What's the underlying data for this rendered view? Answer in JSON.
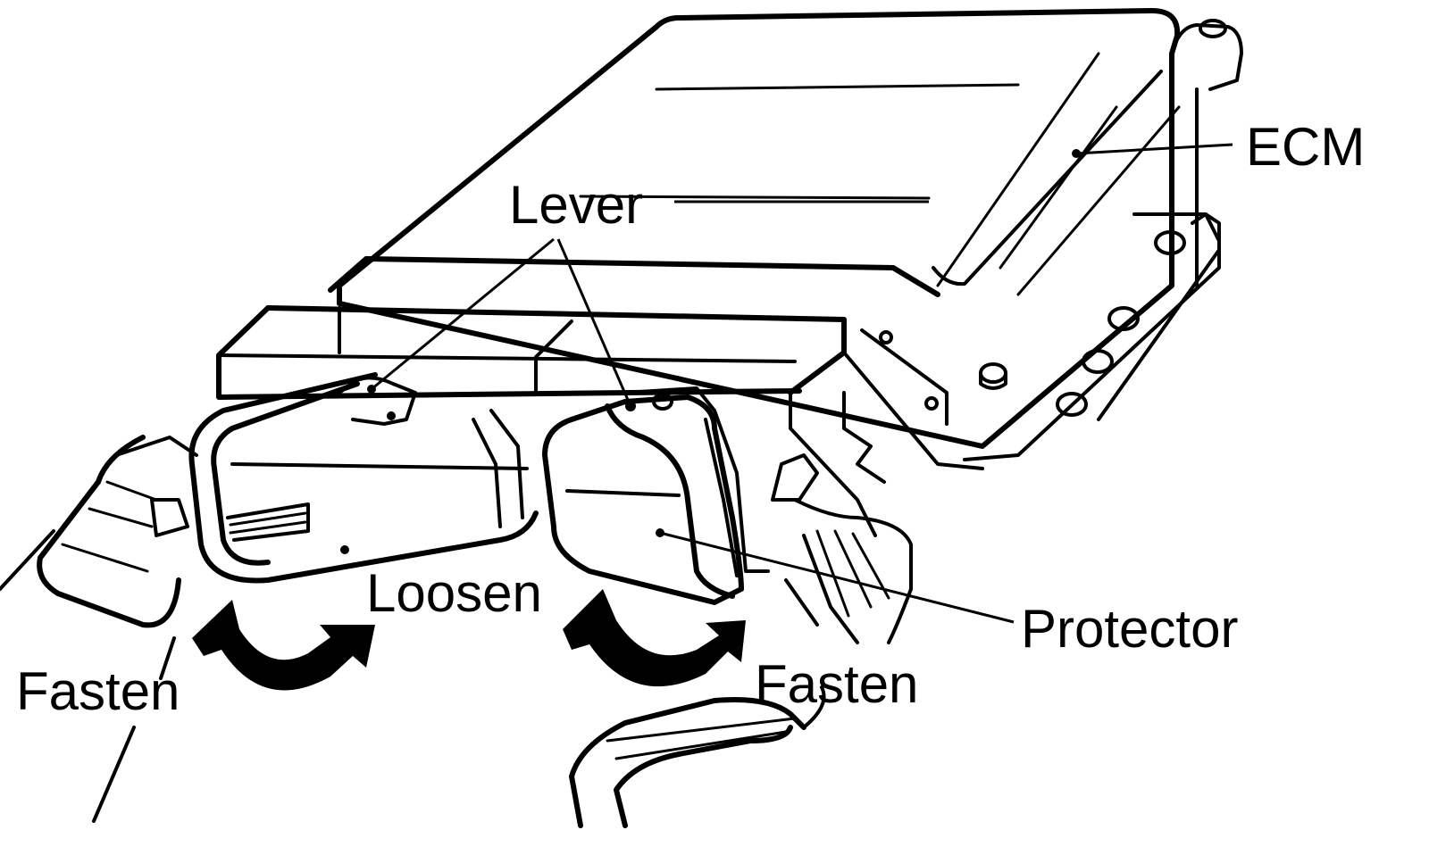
{
  "labels": {
    "ecm": "ECM",
    "lever": "Lever",
    "protector": "Protector",
    "loosen": "Loosen",
    "fasten_left": "Fasten",
    "fasten_right": "Fasten"
  }
}
